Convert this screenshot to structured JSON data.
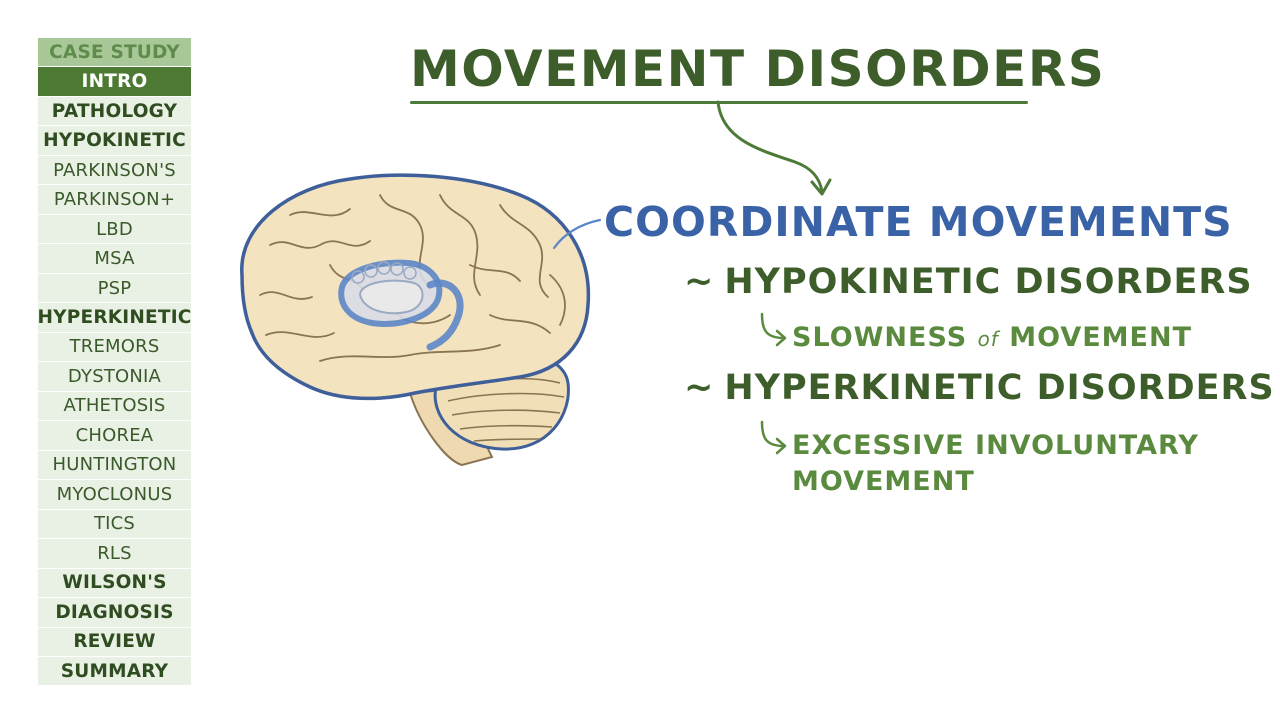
{
  "sidebar": {
    "items": [
      {
        "label": "CASE STUDY",
        "kind": "case"
      },
      {
        "label": "INTRO",
        "kind": "active"
      },
      {
        "label": "PATHOLOGY",
        "kind": "main"
      },
      {
        "label": "HYPOKINETIC",
        "kind": "main"
      },
      {
        "label": "PARKINSON'S",
        "kind": "sub"
      },
      {
        "label": "PARKINSON+",
        "kind": "sub"
      },
      {
        "label": "LBD",
        "kind": "sub"
      },
      {
        "label": "MSA",
        "kind": "sub"
      },
      {
        "label": "PSP",
        "kind": "sub"
      },
      {
        "label": "HYPERKINETIC",
        "kind": "main"
      },
      {
        "label": "TREMORS",
        "kind": "sub"
      },
      {
        "label": "DYSTONIA",
        "kind": "sub"
      },
      {
        "label": "ATHETOSIS",
        "kind": "sub"
      },
      {
        "label": "CHOREA",
        "kind": "sub"
      },
      {
        "label": "HUNTINGTON",
        "kind": "sub"
      },
      {
        "label": "MYOCLONUS",
        "kind": "sub"
      },
      {
        "label": "TICS",
        "kind": "sub"
      },
      {
        "label": "RLS",
        "kind": "sub"
      },
      {
        "label": "WILSON'S",
        "kind": "main"
      },
      {
        "label": "DIAGNOSIS",
        "kind": "main"
      },
      {
        "label": "REVIEW",
        "kind": "main"
      },
      {
        "label": "SUMMARY",
        "kind": "main"
      }
    ]
  },
  "content": {
    "title": "MOVEMENT DISORDERS",
    "coordinate": "COORDINATE MOVEMENTS",
    "hypo_tilde": "~",
    "hypo": "HYPOKINETIC DISORDERS",
    "hypo_note_pre": "SLOWNESS",
    "hypo_note_of": "of",
    "hypo_note_post": "MOVEMENT",
    "hyper_tilde": "~",
    "hyper": "HYPERKINETIC DISORDERS",
    "hyper_note_line1": "EXCESSIVE INVOLUNTARY",
    "hyper_note_line2": "MOVEMENT"
  },
  "colors": {
    "title_green": "#3d5e2a",
    "coord_blue": "#3a62a6",
    "note_green": "#5a8a3e",
    "brain_fill": "#f3e3bf",
    "brain_outline": "#3f5f9a"
  },
  "icons": {
    "brain": "brain-illustration",
    "arrow": "curved-arrow-icon"
  }
}
